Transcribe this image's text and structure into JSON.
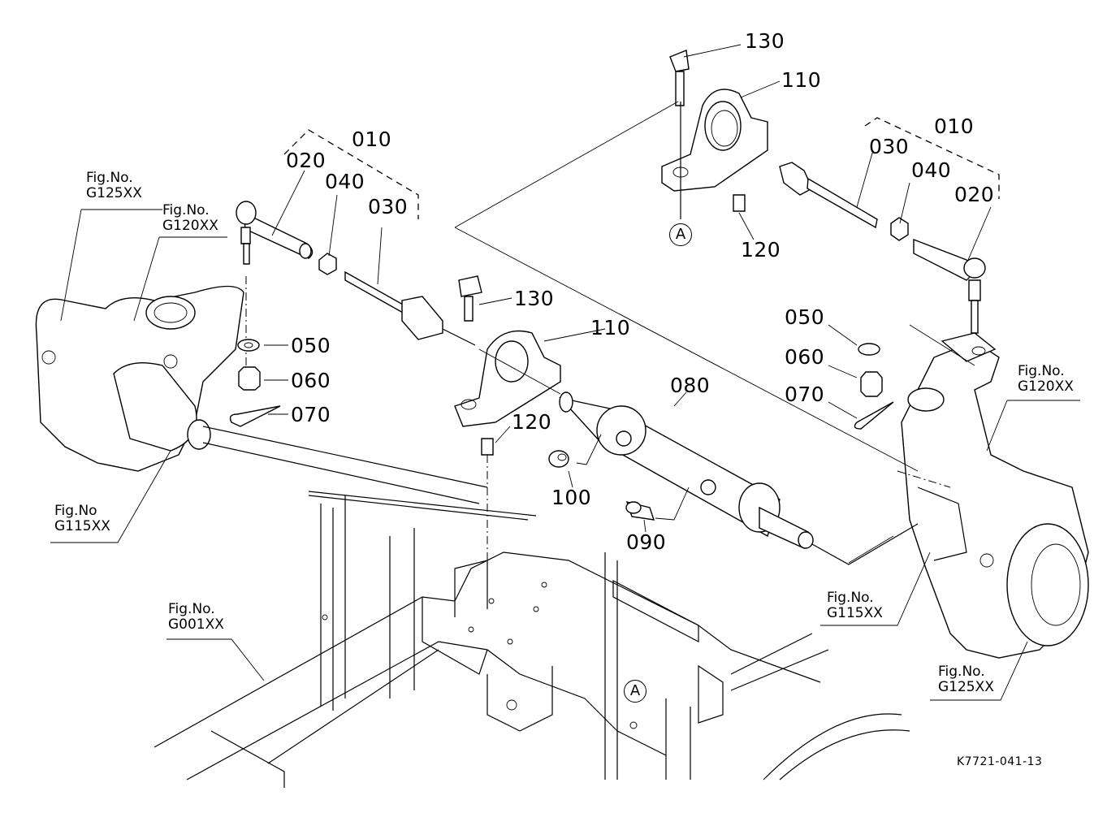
{
  "diagram": {
    "title_code": "K7721-041-13",
    "part_labels": [
      {
        "id": "lbl-130-top",
        "text": "130"
      },
      {
        "id": "lbl-110-top",
        "text": "110"
      },
      {
        "id": "lbl-010-right",
        "text": "010"
      },
      {
        "id": "lbl-030-right",
        "text": "030"
      },
      {
        "id": "lbl-040-right",
        "text": "040"
      },
      {
        "id": "lbl-020-right",
        "text": "020"
      },
      {
        "id": "lbl-120-top",
        "text": "120"
      },
      {
        "id": "lbl-010-left",
        "text": "010"
      },
      {
        "id": "lbl-020-left",
        "text": "020"
      },
      {
        "id": "lbl-040-left",
        "text": "040"
      },
      {
        "id": "lbl-030-left",
        "text": "030"
      },
      {
        "id": "lbl-130-mid",
        "text": "130"
      },
      {
        "id": "lbl-110-mid",
        "text": "110"
      },
      {
        "id": "lbl-050-left",
        "text": "050"
      },
      {
        "id": "lbl-060-left",
        "text": "060"
      },
      {
        "id": "lbl-070-left",
        "text": "070"
      },
      {
        "id": "lbl-120-mid",
        "text": "120"
      },
      {
        "id": "lbl-080",
        "text": "080"
      },
      {
        "id": "lbl-100",
        "text": "100"
      },
      {
        "id": "lbl-090",
        "text": "090"
      },
      {
        "id": "lbl-050-right",
        "text": "050"
      },
      {
        "id": "lbl-060-right",
        "text": "060"
      },
      {
        "id": "lbl-070-right",
        "text": "070"
      }
    ],
    "figure_refs": [
      {
        "id": "fig-g125-left",
        "text": "Fig.No.\nG125XX"
      },
      {
        "id": "fig-g120-left",
        "text": "Fig.No.\nG120XX"
      },
      {
        "id": "fig-g115-left",
        "text": "Fig.No\nG115XX"
      },
      {
        "id": "fig-g001",
        "text": "Fig.No.\nG001XX"
      },
      {
        "id": "fig-g120-right",
        "text": "Fig.No.\nG120XX"
      },
      {
        "id": "fig-g115-right",
        "text": "Fig.No.\nG115XX"
      },
      {
        "id": "fig-g125-right",
        "text": "Fig.No.\nG125XX"
      }
    ],
    "reference_marks": [
      {
        "id": "ref-a-top",
        "text": "A"
      },
      {
        "id": "ref-a-bottom",
        "text": "A"
      }
    ]
  }
}
